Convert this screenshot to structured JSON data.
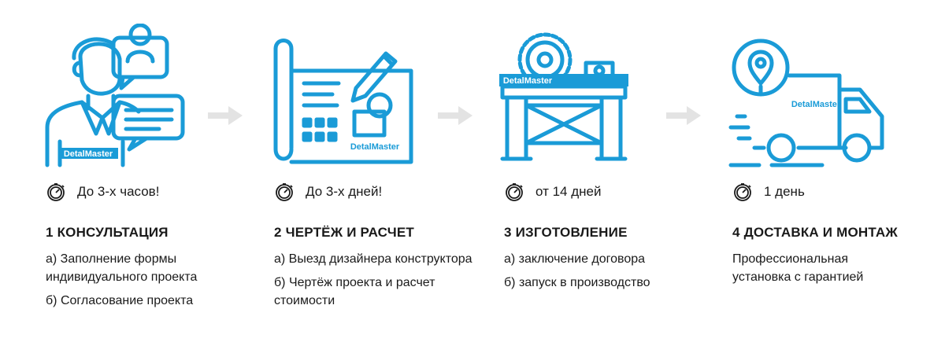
{
  "brand": "DetalMaster",
  "colors": {
    "accent": "#1a9bd7",
    "arrow": "#e3e3e3",
    "text": "#1a1a1a"
  },
  "steps": [
    {
      "illustration": "consultant-icon",
      "time": "До 3-х часов!",
      "title": "1 КОНСУЛЬТАЦИЯ",
      "items": [
        "а) Заполнение формы индивидуального проекта",
        "б) Согласование проекта"
      ]
    },
    {
      "illustration": "blueprint-icon",
      "time": "До 3-х дней!",
      "title": "2 ЧЕРТЁЖ И РАСЧЕТ",
      "items": [
        "а) Выезд дизайнера конструктора",
        "б) Чертёж проекта и расчет стоимости"
      ]
    },
    {
      "illustration": "workbench-saw-icon",
      "time": "от 14 дней",
      "title": "3 ИЗГОТОВЛЕНИЕ",
      "items": [
        "а) заключение договора",
        "б) запуск в производство"
      ]
    },
    {
      "illustration": "delivery-truck-icon",
      "time": "1 день",
      "title": "4 ДОСТАВКА И МОНТАЖ",
      "items": [
        "Профессиональная установка с гарантией"
      ]
    }
  ]
}
